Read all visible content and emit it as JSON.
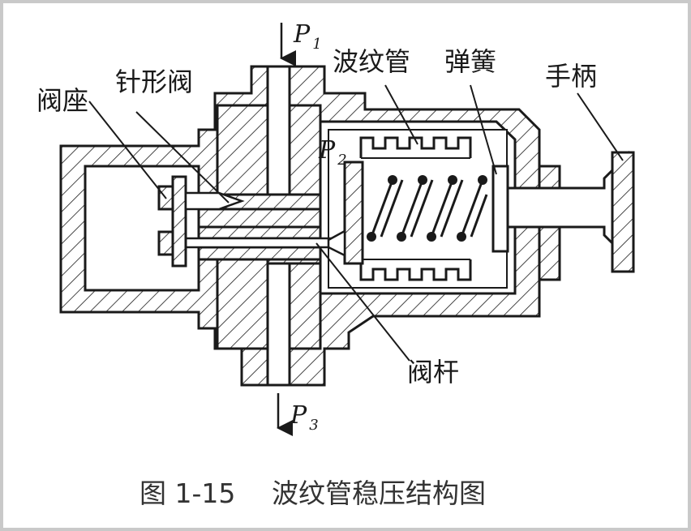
{
  "labels": {
    "valve_seat": "阀座",
    "needle_valve": "针形阀",
    "bellows": "波纹管",
    "spring": "弹簧",
    "handle": "手柄",
    "valve_stem": "阀杆"
  },
  "pressures": {
    "p1": {
      "symbol": "P",
      "subscript": "1"
    },
    "p2": {
      "symbol": "P",
      "subscript": "2"
    },
    "p3": {
      "symbol": "P",
      "subscript": "3"
    }
  },
  "caption": {
    "figure": "图 1-15",
    "title": "波纹管稳压结构图"
  }
}
